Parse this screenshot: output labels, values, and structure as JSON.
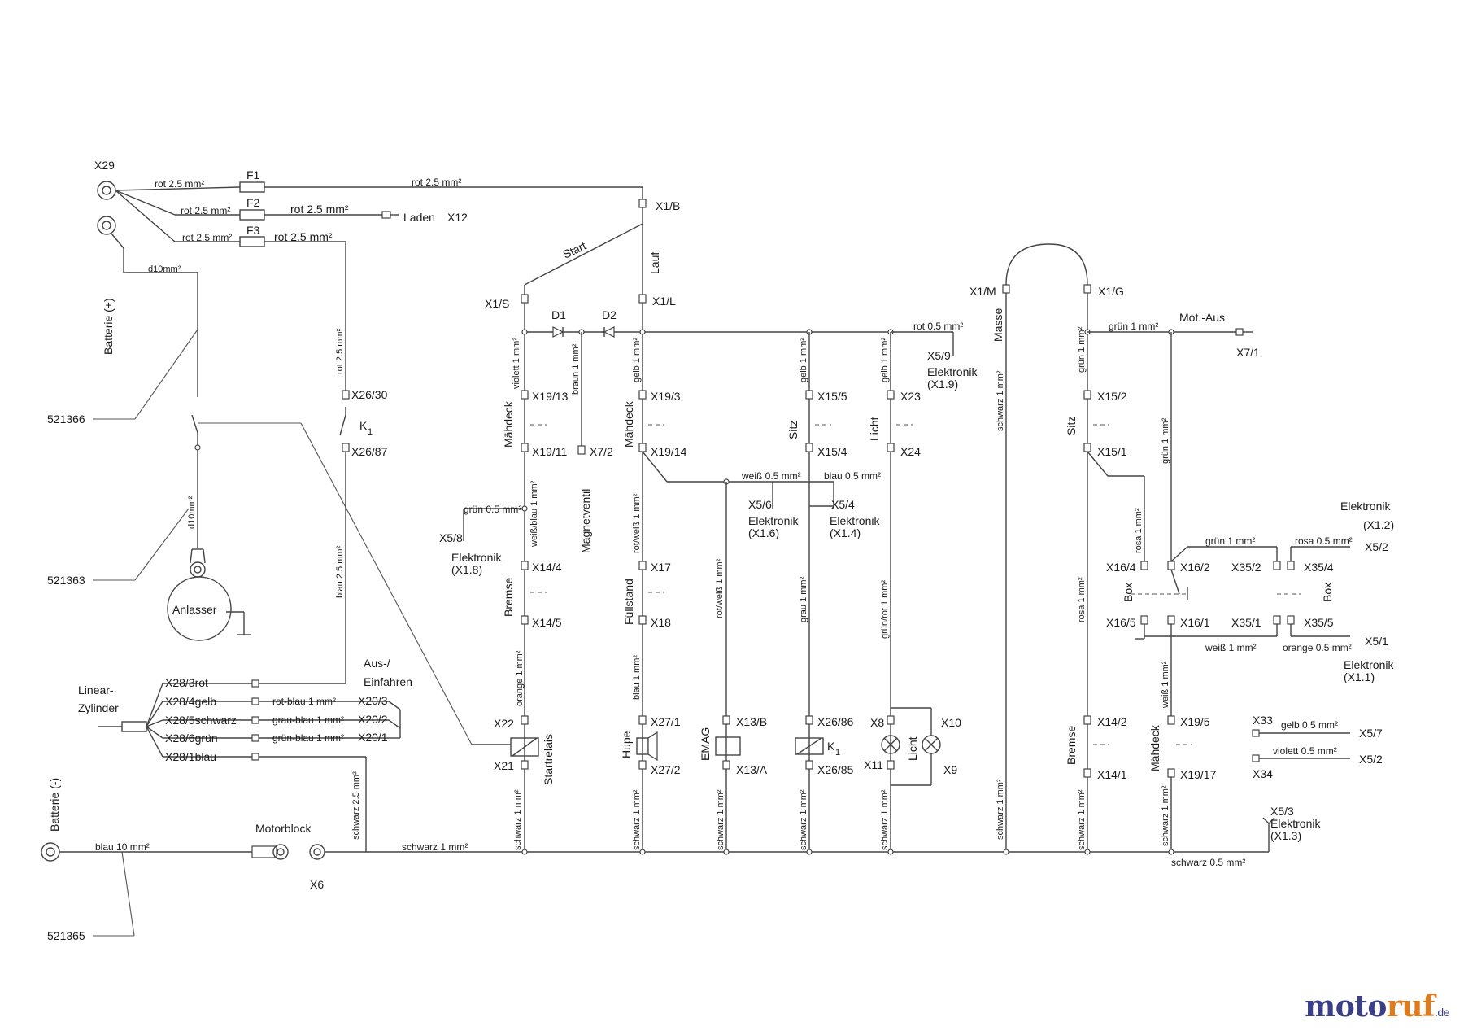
{
  "brand": {
    "name_a": "moto",
    "name_b": "ruf",
    "tld": ".de"
  },
  "labels": {
    "X29": "X29",
    "F1": "F1",
    "F2": "F2",
    "F3": "F3",
    "rot25": "rot 2.5 mm²",
    "laden": "Laden",
    "X12": "X12",
    "d10": "d10mm²",
    "batt_plus": "Batterie (+)",
    "n521366": "521366",
    "n521363": "521363",
    "n521365": "521365",
    "anlasser": "Anlasser",
    "X26_30": "X26/30",
    "K1": "K",
    "K1sub": "1",
    "X26_87": "X26/87",
    "blau25": "blau 2.5 mm²",
    "linear": "Linear-",
    "zylinder": "Zylinder",
    "X28_3": "X28/3rot",
    "X28_4": "X28/4gelb",
    "X28_5": "X28/5schwarz",
    "X28_6": "X28/6grün",
    "X28_1": "X28/1blau",
    "aus": "Aus-/",
    "einfahren": "Einfahren",
    "rotblau": "rot-blau 1 mm²",
    "graublau": "grau-blau 1 mm²",
    "gruenblau": "grün-blau 1 mm²",
    "X20_3": "X20/3",
    "X20_2": "X20/2",
    "X20_1": "X20/1",
    "batt_minus": "Batterie (-)",
    "blau10": "blau 10 mm²",
    "motorblock": "Motorblock",
    "X6": "X6",
    "schwarz25": "schwarz 2.5 mm²",
    "schwarz1": "schwarz 1 mm²",
    "schwarz05": "schwarz 0.5 mm²",
    "X1B": "X1/B",
    "start": "Start",
    "lauf": "Lauf",
    "X1S": "X1/S",
    "X1L": "X1/L",
    "D1": "D1",
    "D2": "D2",
    "violett1": "violett 1 mm²",
    "braun1": "braun 1 mm²",
    "gelb1": "gelb 1 mm²",
    "X19_13": "X19/13",
    "X19_11": "X19/11",
    "X7_2": "X7/2",
    "X19_3": "X19/3",
    "X19_14": "X19/14",
    "maehdeck": "Mähdeck",
    "magnetventil": "Magnetventil",
    "gruen05": "grün 0.5 mm²",
    "weissblau": "weiß/blau 1 mm²",
    "X5_8": "X5/8",
    "elektronik": "Elektronik",
    "X18p": "(X1.8)",
    "bremse": "Bremse",
    "X14_4": "X14/4",
    "X14_5": "X14/5",
    "orange1": "orange 1 mm²",
    "X22": "X22",
    "X21": "X21",
    "startrelais": "Startrelais",
    "rotweiss1": "rot/weiß 1 mm²",
    "X17": "X17",
    "X18": "X18",
    "fuellstand": "Füllstand",
    "blau1": "blau 1 mm²",
    "hupe": "Hupe",
    "X27_1": "X27/1",
    "X27_2": "X27/2",
    "weiss05": "weiß 0.5 mm²",
    "blau05": "blau 0.5 mm²",
    "X5_6": "X5/6",
    "X16p": "(X1.6)",
    "X5_4": "X5/4",
    "X14p": "(X1.4)",
    "emag": "EMAG",
    "X13B": "X13/B",
    "X13A": "X13/A",
    "grau1": "grau 1 mm²",
    "X26_86": "X26/86",
    "X26_85": "X26/85",
    "sitz": "Sitz",
    "X15_5": "X15/5",
    "X15_4": "X15/4",
    "licht": "Licht",
    "X23": "X23",
    "X24": "X24",
    "rot05": "rot 0.5 mm²",
    "X5_9": "X5/9",
    "X19p": "(X1.9)",
    "gruenrot1": "grün/rot 1 mm²",
    "X8": "X8",
    "X10": "X10",
    "X11": "X11",
    "X9": "X9",
    "X1M": "X1/M",
    "masse": "Masse",
    "X1G": "X1/G",
    "gruen1": "grün 1 mm²",
    "motaus": "Mot.-Aus",
    "X7_1": "X7/1",
    "X15_2": "X15/2",
    "X15_1": "X15/1",
    "rosa1": "rosa 1 mm²",
    "X16_4": "X16/4",
    "X16_2": "X16/2",
    "X16_5": "X16/5",
    "X16_1": "X16/1",
    "box": "Box",
    "X35_2": "X35/2",
    "X35_4": "X35/4",
    "X35_1": "X35/1",
    "X35_5": "X35/5",
    "rosa05": "rosa 0.5 mm²",
    "orange05": "orange 0.5 mm²",
    "weiss1": "weiß 1 mm²",
    "X12p": "(X1.2)",
    "X5_2": "X5/2",
    "X5_1": "X5/1",
    "X11p": "(X1.1)",
    "X14_2": "X14/2",
    "X14_1": "X14/1",
    "weiss1b": "weiß 1 mm²",
    "X19_5": "X19/5",
    "X19_17": "X19/17",
    "X33": "X33",
    "gelb05": "gelb 0.5 mm²",
    "X5_7": "X5/7",
    "violett05": "violett 0.5 mm²",
    "X34": "X34",
    "X5_3": "X5/3",
    "X13p": "(X1.3)"
  },
  "colors": {
    "wire": "#444444",
    "text": "#1a1a1a",
    "brand_blue": "#3b3f86",
    "brand_orange": "#e07a1a"
  }
}
